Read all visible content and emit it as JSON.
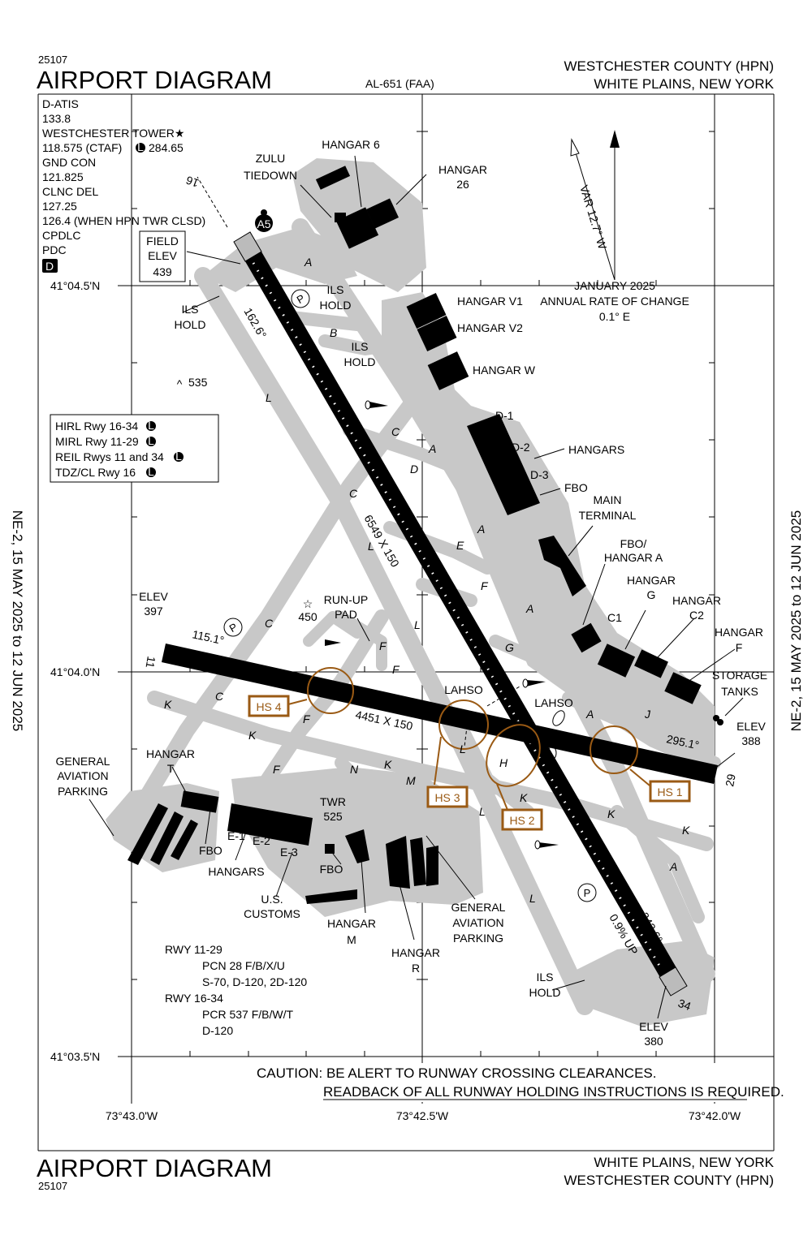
{
  "header": {
    "chart_number": "25107",
    "title": "AIRPORT DIAGRAM",
    "chart_id": "AL-651 (FAA)",
    "airport": "WESTCHESTER COUNTY (HPN)",
    "city": "WHITE PLAINS, NEW YORK"
  },
  "footer": {
    "chart_number": "25107",
    "title": "AIRPORT DIAGRAM",
    "city": "WHITE PLAINS, NEW YORK",
    "airport": "WESTCHESTER COUNTY (HPN)"
  },
  "effective_dates": "NE-2,  15 MAY 2025  to  12 JUN 2025",
  "frequencies": [
    "D-ATIS",
    "133.8",
    "WESTCHESTER TOWER★",
    "118.575 (CTAF)",
    "284.65",
    "GND CON",
    "121.825",
    "CLNC DEL",
    "127.25",
    "126.4 (WHEN HPN TWR CLSD)",
    "CPDLC",
    "PDC",
    "D",
    "L"
  ],
  "lighting": {
    "items": [
      "HIRL Rwy 16-34",
      "MIRL Rwy 11-29",
      "REIL Rwys 11 and 34",
      "TDZ/CL Rwy 16"
    ],
    "badge": "L"
  },
  "coordinates": {
    "lat": [
      "41°04.5'N",
      "41°04.0'N",
      "41°03.5'N"
    ],
    "lon": [
      "73°43.0'W",
      "73°42.5'W",
      "73°42.0'W"
    ]
  },
  "magnetic": {
    "variation": "VAR 12.7° W",
    "date": "JANUARY 2025",
    "rate_label": "ANNUAL RATE OF CHANGE",
    "rate": "0.1° E"
  },
  "runways": {
    "r16_34": {
      "dims": "6549 X 150",
      "hdg16": "162.6°",
      "hdg34": "342.6°",
      "slope": "0.9% UP",
      "end16": "16",
      "end34": "34"
    },
    "r11_29": {
      "dims": "4451 X 150",
      "hdg11": "115.1°",
      "hdg29": "295.1°",
      "end11": "11",
      "end29": "29"
    }
  },
  "elevations": {
    "field": [
      "FIELD",
      "ELEV",
      "439"
    ],
    "elev11": [
      "ELEV",
      "397"
    ],
    "elev29": [
      "ELEV",
      "388"
    ],
    "elev34": [
      "ELEV",
      "380"
    ],
    "obstacle_535": "535",
    "obstacle_450": "450",
    "tower": [
      "TWR",
      "525"
    ]
  },
  "labels": {
    "zulu": [
      "ZULU",
      "TIEDOWN"
    ],
    "hangar_6": "HANGAR 6",
    "hangar_26": [
      "HANGAR",
      "26"
    ],
    "a5": "A5",
    "hangar_v1": "HANGAR V1",
    "hangar_v2": "HANGAR V2",
    "hangar_w": "HANGAR W",
    "d1": "D-1",
    "d2": "D-2",
    "d3": "D-3",
    "hangars_d": "HANGARS",
    "fbo_d": "FBO",
    "main_terminal": [
      "MAIN",
      "TERMINAL"
    ],
    "fbo_hangar_a": [
      "FBO/",
      "HANGAR A"
    ],
    "c1": "C1",
    "hangar_g": [
      "HANGAR",
      "G"
    ],
    "hangar_c2": [
      "HANGAR",
      "C2"
    ],
    "hangar_f": [
      "HANGAR",
      "F"
    ],
    "storage": [
      "STORAGE",
      "TANKS"
    ],
    "ga_parking_w": [
      "GENERAL",
      "AVIATION",
      "PARKING"
    ],
    "hangar_t": [
      "HANGAR",
      "T"
    ],
    "fbo_t": "FBO",
    "e1": "E-1",
    "e2": "E-2",
    "e3": "E-3",
    "hangars_e": "HANGARS",
    "fbo_s": "FBO",
    "customs": [
      "U.S.",
      "CUSTOMS"
    ],
    "hangar_m": [
      "HANGAR",
      "M"
    ],
    "hangar_r": [
      "HANGAR",
      "R"
    ],
    "ga_parking_s": [
      "GENERAL",
      "AVIATION",
      "PARKING"
    ],
    "runup": [
      "RUN-UP",
      "PAD"
    ],
    "ils_hold": [
      "ILS",
      "HOLD"
    ],
    "lahso": "LAHSO",
    "p": "P"
  },
  "hot_spots": [
    "HS 1",
    "HS 2",
    "HS 3",
    "HS 4"
  ],
  "taxiways": [
    "A",
    "B",
    "C",
    "A",
    "D",
    "C",
    "E",
    "A",
    "L",
    "L",
    "F",
    "A",
    "L",
    "F",
    "F",
    "G",
    "C",
    "C",
    "K",
    "F",
    "K",
    "F",
    "N",
    "K",
    "M",
    "L",
    "H",
    "K",
    "L",
    "K",
    "K",
    "A",
    "A",
    "J",
    "L"
  ],
  "pavement_info": [
    "RWY 11-29",
    "PCN 28 F/B/X/U",
    "S-70, D-120, 2D-120",
    "RWY 16-34",
    "PCR 537 F/B/W/T",
    "D-120"
  ],
  "caution": [
    "CAUTION: BE ALERT TO RUNWAY CROSSING CLEARANCES.",
    "READBACK OF ALL RUNWAY HOLDING INSTRUCTIONS IS REQUIRED."
  ],
  "colors": {
    "hot_spot": "#9a5a14",
    "pavement": "#c8c8c8",
    "runway": "#000000"
  }
}
